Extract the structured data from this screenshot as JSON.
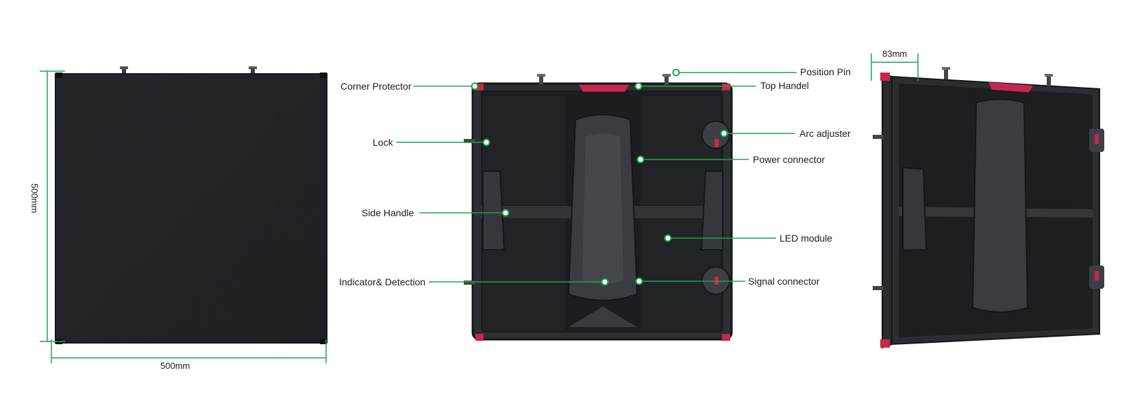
{
  "dimensions": {
    "front_width": "500mm",
    "front_height": "500mm",
    "side_depth": "83mm"
  },
  "callouts": [
    {
      "id": "corner-protector",
      "text": "Corner Protector"
    },
    {
      "id": "lock",
      "text": "Lock"
    },
    {
      "id": "side-handle",
      "text": "Side Handle"
    },
    {
      "id": "indicator-detection",
      "text": "Indicator& Detection"
    },
    {
      "id": "position-pin",
      "text": "Position Pin"
    },
    {
      "id": "top-handel",
      "text": "Top Handel"
    },
    {
      "id": "arc-adjuster",
      "text": "Arc adjuster"
    },
    {
      "id": "power-connector",
      "text": "Power connector"
    },
    {
      "id": "led-module",
      "text": "LED module"
    },
    {
      "id": "signal-connector",
      "text": "Signal connector"
    }
  ],
  "colors": {
    "leader_line": "#1aa64a",
    "dimension_line": "#1aa64a",
    "panel_dark": "#1e1f22",
    "cabinet_frame": "#2b2c30",
    "accent_red": "#c8264b"
  }
}
